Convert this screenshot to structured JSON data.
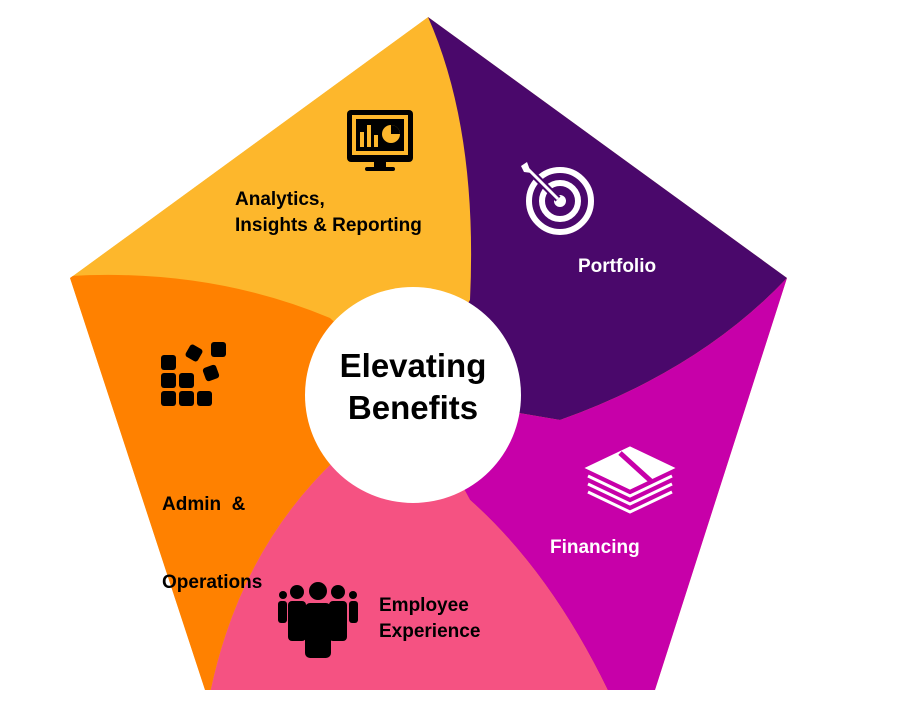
{
  "title": {
    "line1": "Elevating",
    "line2": "Benefits"
  },
  "segments": [
    {
      "id": "analytics",
      "line1": "Analytics,",
      "line2": "Insights & Reporting",
      "color": "#FDB72C",
      "icon": "monitor-chart-icon"
    },
    {
      "id": "portfolio",
      "line1": "Portfolio",
      "color": "#4A086B",
      "icon": "target-arrow-icon"
    },
    {
      "id": "financing",
      "line1": "Financing",
      "color": "#C700A9",
      "icon": "money-stack-icon"
    },
    {
      "id": "employee",
      "line1": "Employee",
      "line2": "Experience",
      "color": "#F55282",
      "icon": "people-group-icon"
    },
    {
      "id": "admin",
      "line1": "Admin  &",
      "line2": "Operations",
      "color": "#FF8100",
      "icon": "blocks-icon"
    }
  ]
}
